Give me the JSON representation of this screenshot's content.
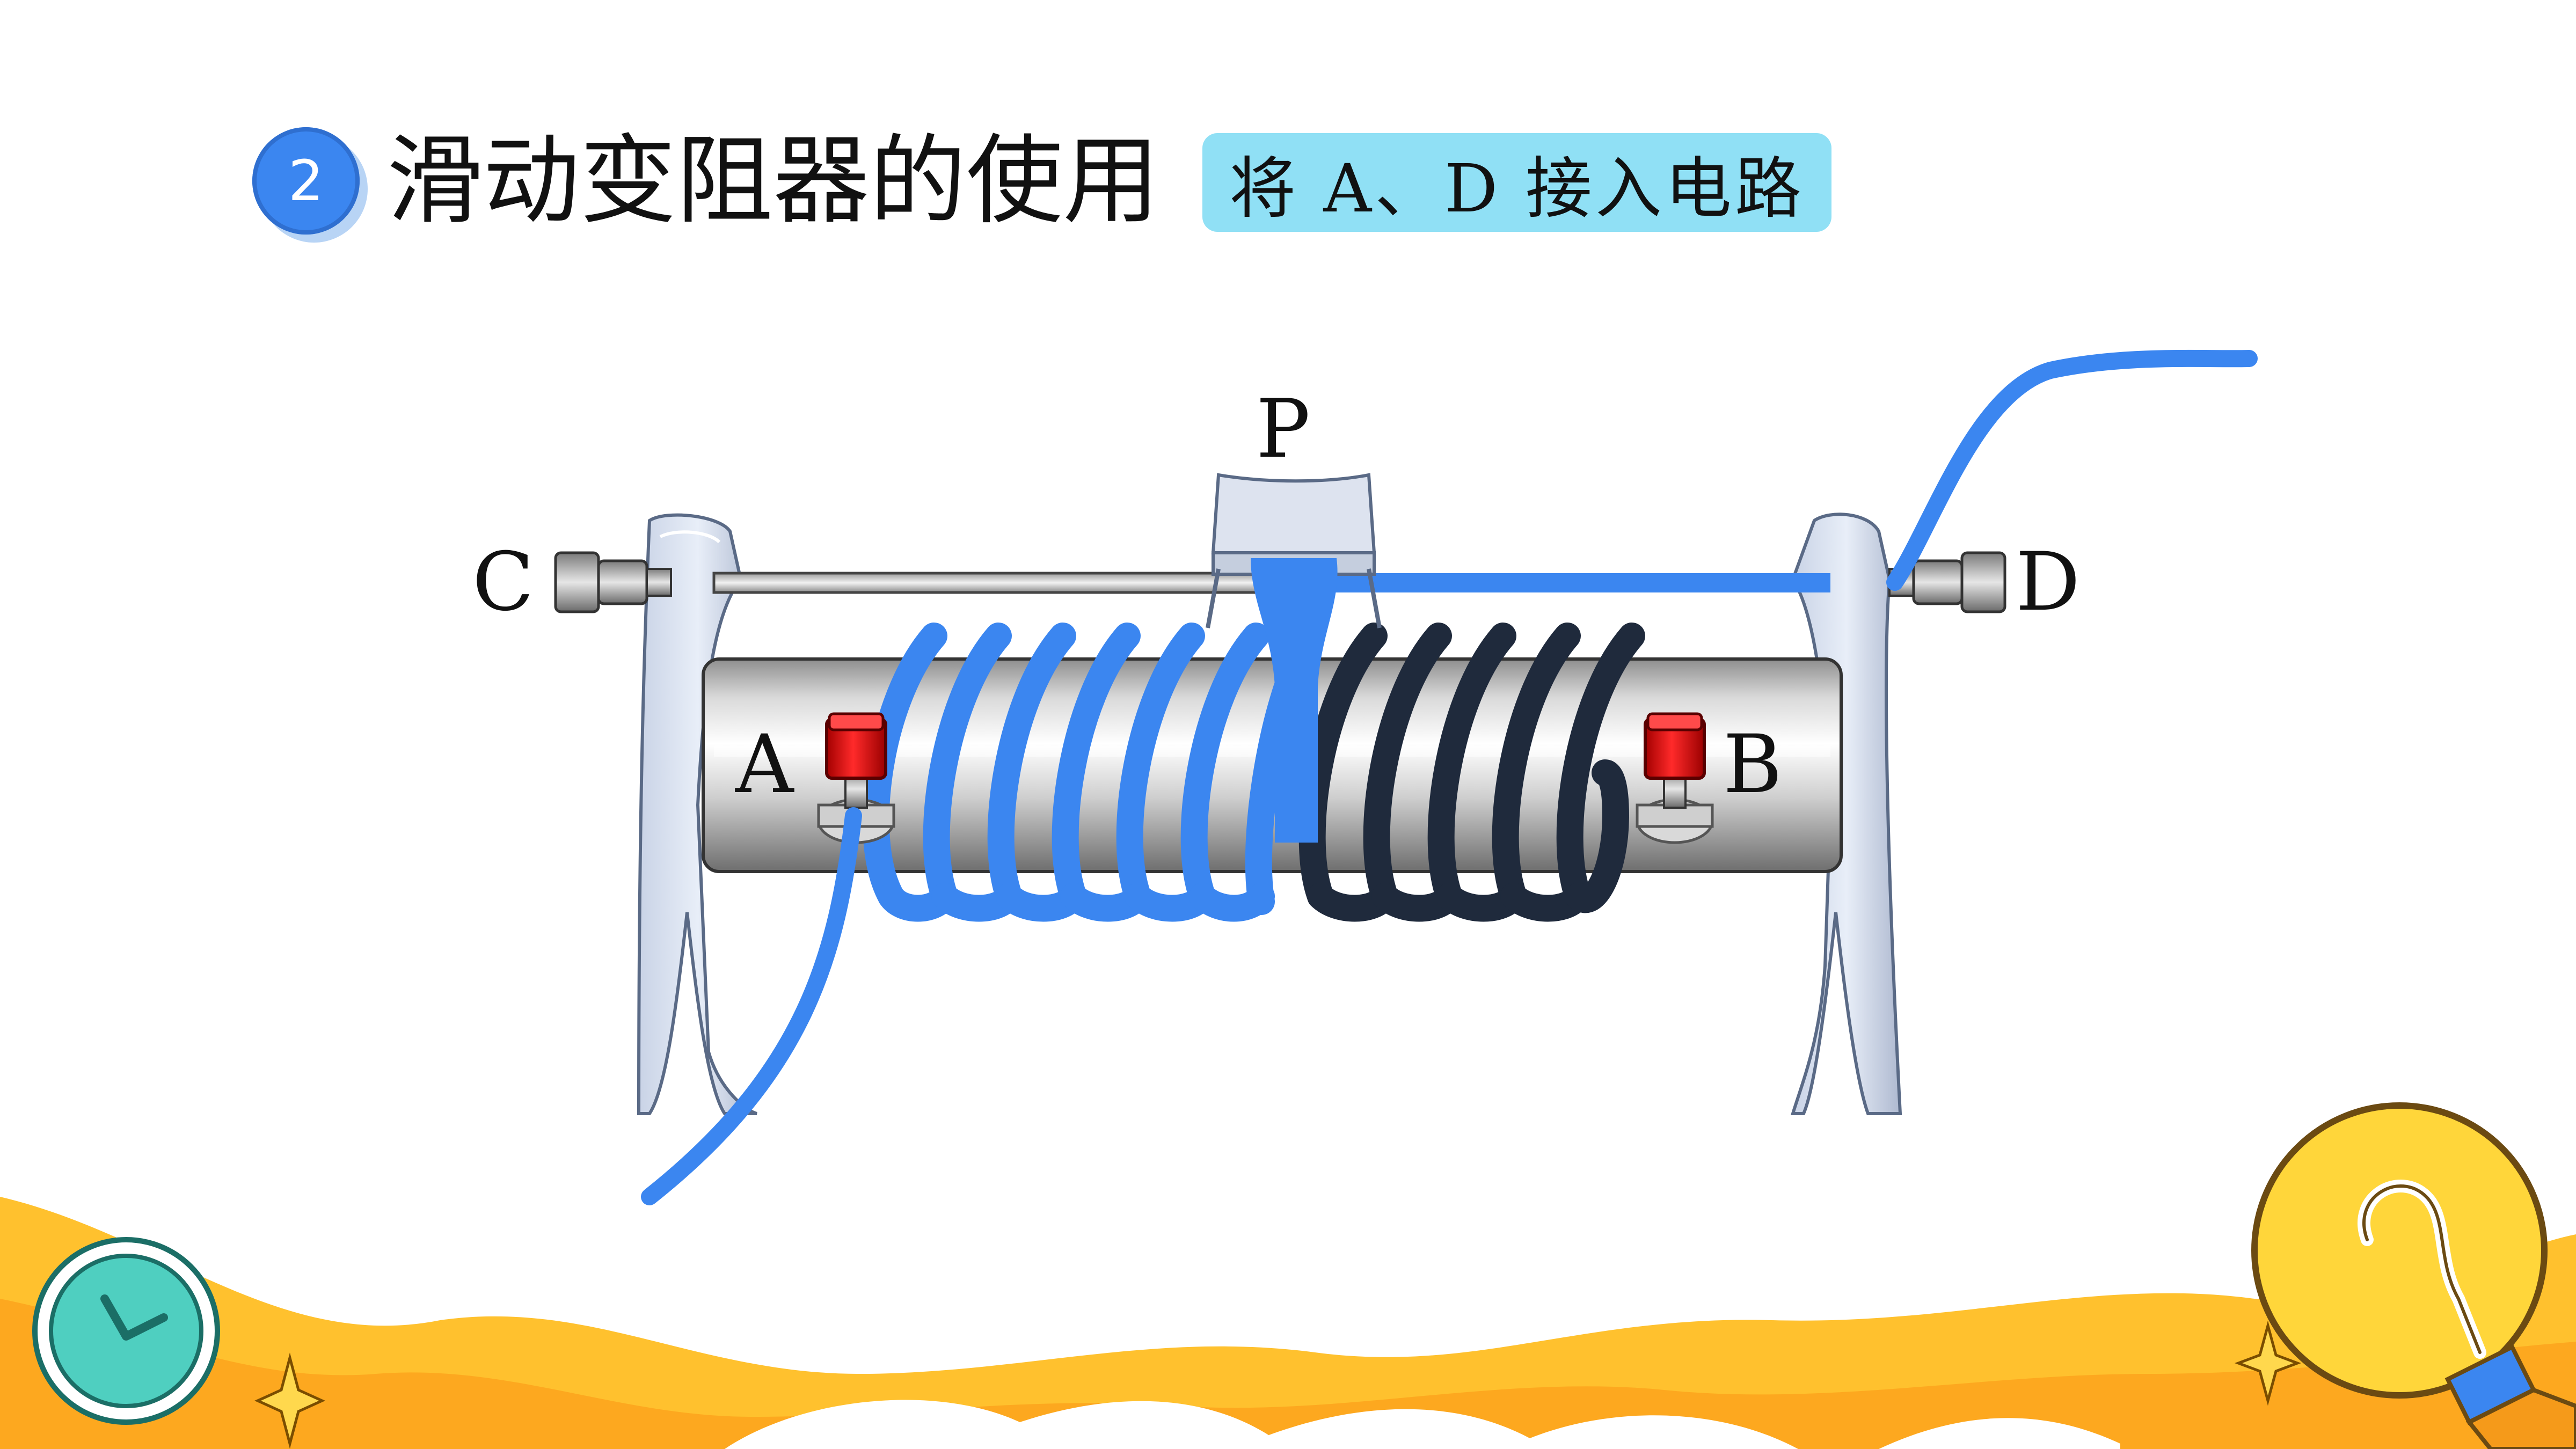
{
  "header": {
    "badge_number": "2",
    "title": "滑动变阻器的使用",
    "tag": "将 A、D 接入电路"
  },
  "diagram": {
    "labels": {
      "p": "P",
      "c": "C",
      "d": "D",
      "a": "A",
      "b": "B"
    }
  },
  "colors": {
    "badge": "#3b86f0",
    "tag_background": "#90e0f5",
    "active_wire": "#3b86f0",
    "inactive_coil": "#1f2a3c",
    "bottom_wave": "#ffc12e"
  },
  "icons": [
    "clock-icon",
    "lightbulb-icon",
    "sparkle-icon"
  ]
}
